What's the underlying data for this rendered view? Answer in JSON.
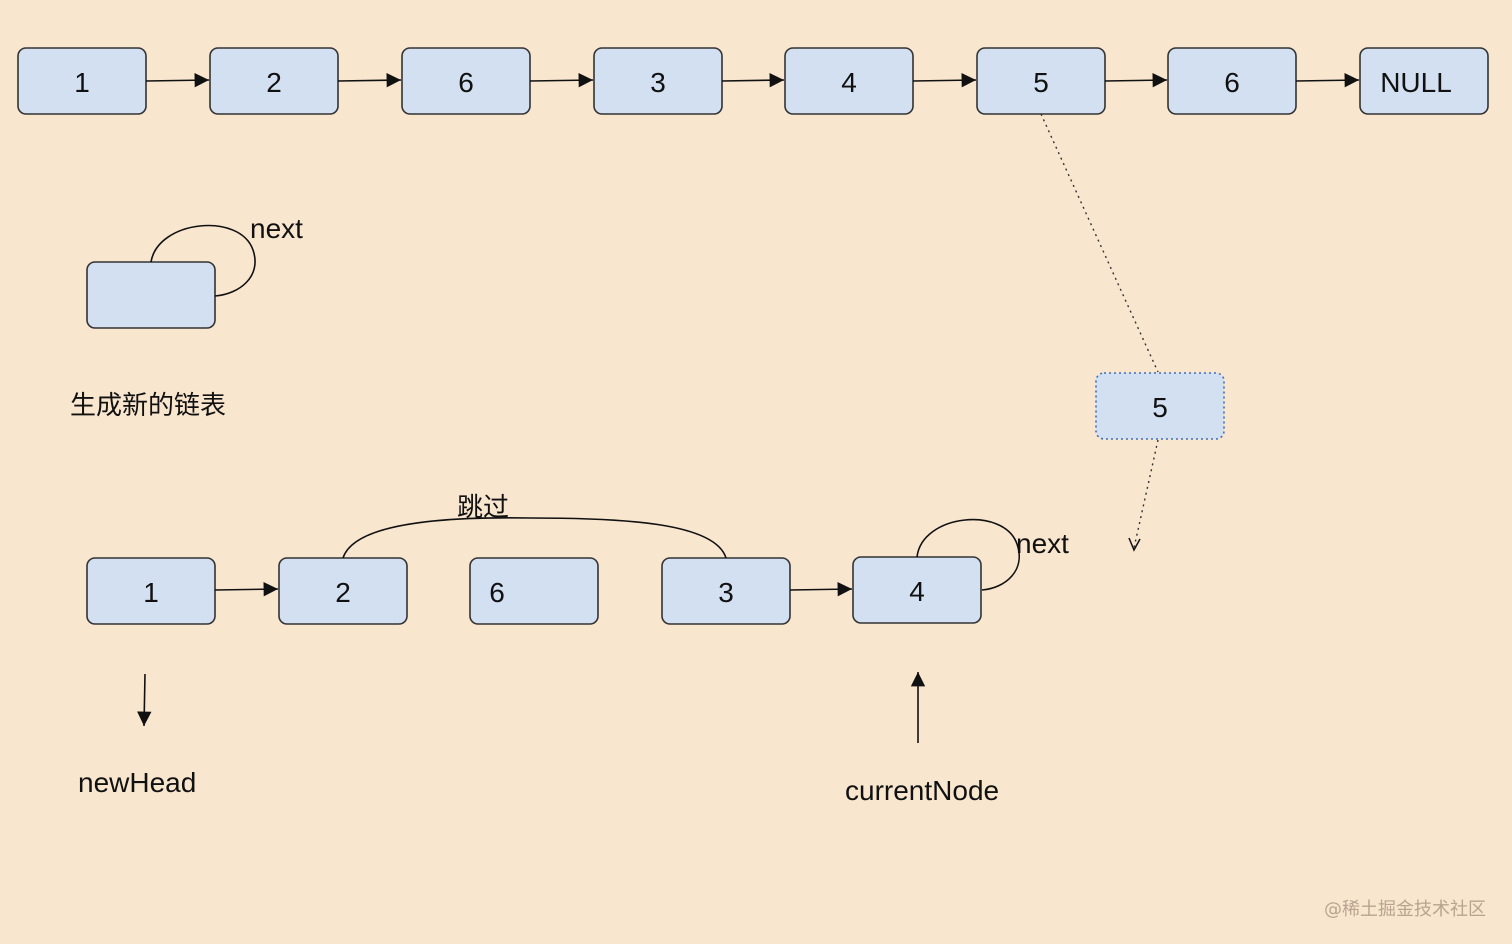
{
  "top_list": {
    "nodes": [
      "1",
      "2",
      "6",
      "3",
      "4",
      "5",
      "6",
      "NULL"
    ]
  },
  "legend": {
    "self_loop_label": "next"
  },
  "section_label": "生成新的链表",
  "floating_node": {
    "value": "5"
  },
  "bottom_list": {
    "nodes": [
      "1",
      "2",
      "6",
      "3",
      "4"
    ],
    "skip_label": "跳过",
    "self_loop_label": "next"
  },
  "pointers": {
    "new_head": "newHead",
    "current_node": "currentNode"
  },
  "watermark": "@稀土掘金技术社区"
}
